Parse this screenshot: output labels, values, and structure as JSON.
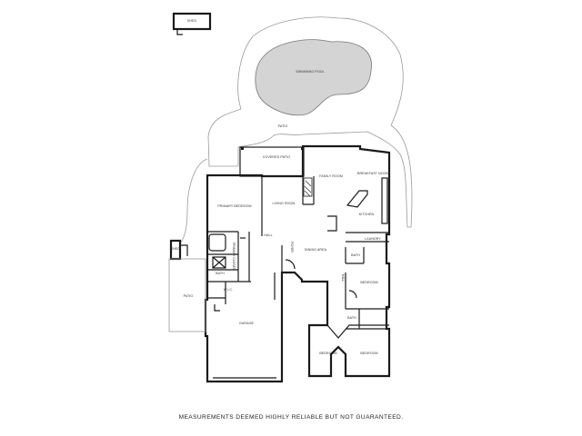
{
  "rooms": {
    "shed_top": "SHED",
    "swimming_pool": "SWIMMING POOL",
    "patio_top": "PATIO",
    "covered_patio": "COVERED PATIO",
    "family_room": "FAMILY ROOM",
    "breakfast_nook": "BREAKFAST NOOK",
    "primary_bedroom": "PRIMARY BEDROOM",
    "living_room": "LIVING ROOM",
    "kitchen": "KITCHEN",
    "hall": "HALL",
    "foyer": "FOYER",
    "dining_area": "DINING AREA",
    "laundry": "LAUNDRY",
    "shed_side": "SHED",
    "primary_closet": "PRIMARY CLOSET",
    "bath_primary": "BATH",
    "bath_right": "BATH",
    "bedroom_right": "BEDROOM",
    "hall_right": "HALL",
    "wic": "W.I.C.",
    "patio_side": "PATIO",
    "bath_lower": "BATH",
    "garage": "GARAGE",
    "bedroom_left": "BEDROOM",
    "bedroom_bottom": "BEDROOM"
  },
  "footer": {
    "disclaimer": "MEASUREMENTS DEEMED HIGHLY RELIABLE BUT NOT GUARANTEED."
  }
}
